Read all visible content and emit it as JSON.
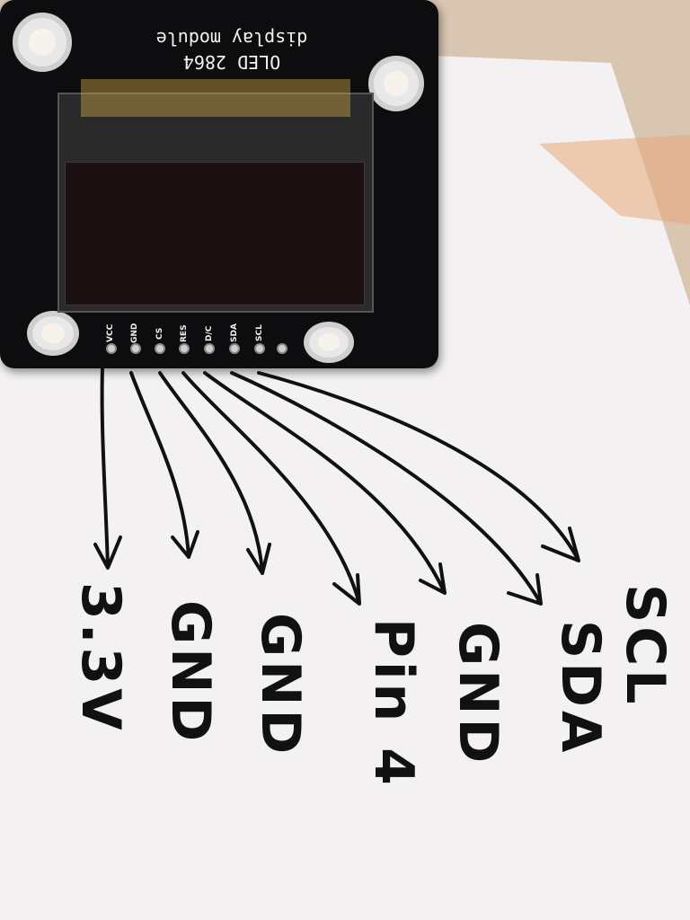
{
  "module": {
    "title_line1": "OLED 2864",
    "title_line2": "display module",
    "pins": [
      "VCC",
      "GND",
      "CS",
      "RES",
      "D/C",
      "SDA",
      "SCL"
    ]
  },
  "notes": {
    "targets": [
      "3.3V",
      "GND",
      "GND",
      "Pin 4",
      "GND",
      "SDA",
      "SCL"
    ]
  },
  "colors": {
    "paper": "#f3f1f2",
    "pcb": "#0d0d0f",
    "ink": "#111111",
    "table": "#d9c6b2"
  }
}
